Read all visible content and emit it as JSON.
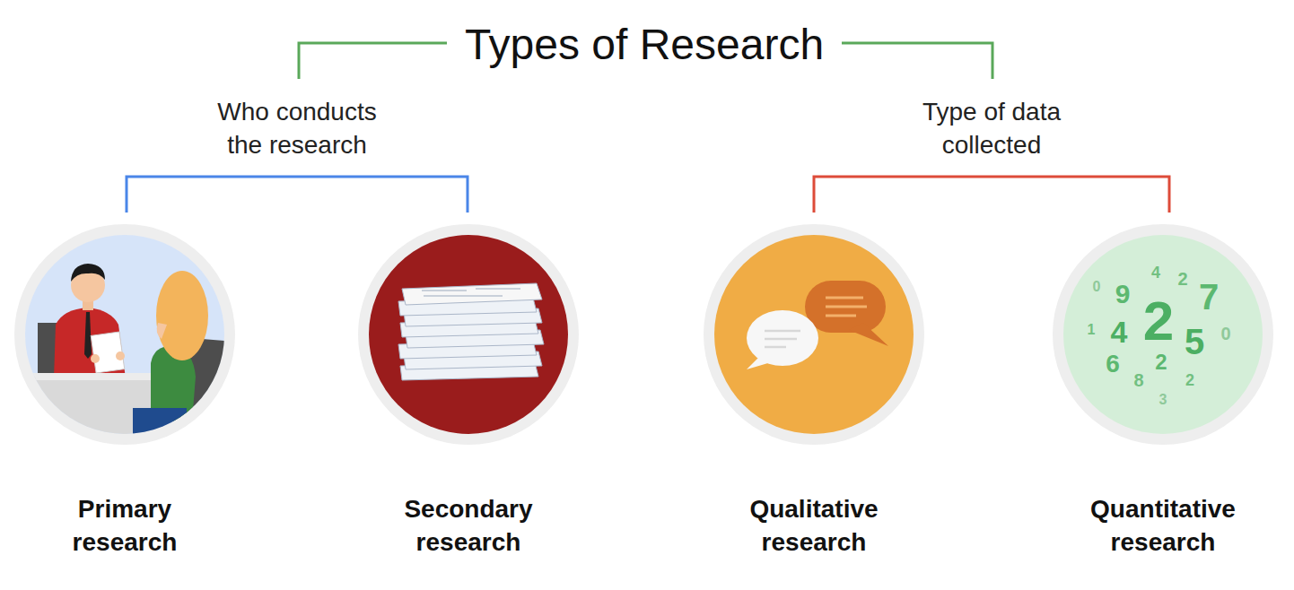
{
  "diagram": {
    "title": "Types of Research",
    "nodes": [
      {
        "text": [
          "Primary research"
        ]
      },
      {
        "text": [
          "Secondary research"
        ]
      },
      {
        "text": [
          "Qualitative research"
        ]
      },
      {
        "text": [
          "Quantitative research"
        ]
      }
    ],
    "labels": [
      "Who conducts the research",
      "Type of data collected",
      "0",
      "9",
      "4",
      "2",
      "7",
      "1",
      "4",
      "2",
      "5",
      "0",
      "6",
      "2",
      "8",
      "2",
      "3"
    ]
  }
}
